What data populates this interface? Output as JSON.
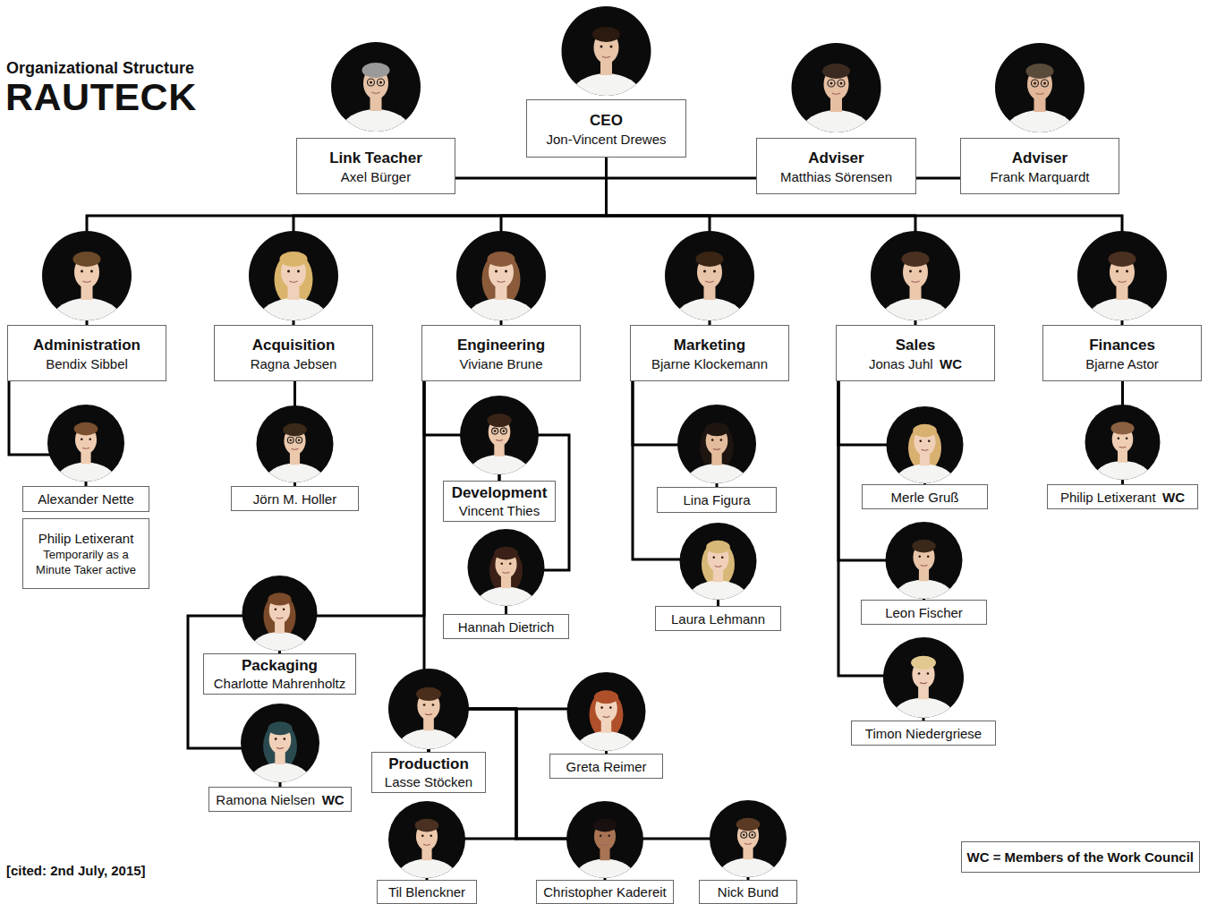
{
  "diagram": {
    "title": "Organizational Structure",
    "nodes": [
      {
        "text": [
          "Link Teacher",
          "Axel Bürger"
        ]
      },
      {
        "text": [
          "CEO",
          "Jon-Vincent Drewes"
        ]
      },
      {
        "text": [
          "Adviser",
          "Matthias Sörensen"
        ]
      },
      {
        "text": [
          "Adviser",
          "Frank Marquardt"
        ]
      },
      {
        "text": [
          "Administration",
          "Bendix Sibbel"
        ]
      },
      {
        "text": [
          "Acquisition",
          "Ragna Jebsen"
        ]
      },
      {
        "text": [
          "Engineering",
          "Viviane Brune"
        ]
      },
      {
        "text": [
          "Marketing",
          "Bjarne Klockemann"
        ]
      },
      {
        "text": [
          "Sales",
          "Jonas Juhl",
          "WC"
        ]
      },
      {
        "text": [
          "Finances",
          "Bjarne Astor"
        ]
      },
      {
        "text": [
          "Alexander Nette"
        ]
      },
      {
        "text": [
          "Philip Letixerant",
          "Temporarily as a Minute Taker active"
        ]
      },
      {
        "text": [
          "Jörn M. Holler"
        ]
      },
      {
        "text": [
          "Development",
          "Vincent Thies"
        ]
      },
      {
        "text": [
          "Lina Figura"
        ]
      },
      {
        "text": [
          "Merle Gruß"
        ]
      },
      {
        "text": [
          "Philip Letixerant",
          "WC"
        ]
      },
      {
        "text": [
          "Hannah Dietrich"
        ]
      },
      {
        "text": [
          "Laura Lehmann"
        ]
      },
      {
        "text": [
          "Leon Fischer"
        ]
      },
      {
        "text": [
          "Packaging",
          "Charlotte Mahrenholtz"
        ]
      },
      {
        "text": [
          "Timon Niedergriese"
        ]
      },
      {
        "text": [
          "Production",
          "Lasse Stöcken"
        ]
      },
      {
        "text": [
          "Greta Reimer"
        ]
      },
      {
        "text": [
          "Ramona Nielsen",
          "WC"
        ]
      },
      {
        "text": [
          "Til Blenckner"
        ]
      },
      {
        "text": [
          "Christopher Kadereit"
        ]
      },
      {
        "text": [
          "Nick Bund"
        ]
      }
    ],
    "edges": [
      {
        "from": 0,
        "to": 1,
        "arrow": "none"
      },
      {
        "from": 1,
        "to": 2,
        "arrow": "none"
      },
      {
        "from": 2,
        "to": 3,
        "arrow": "none"
      },
      {
        "from": 1,
        "to": 4,
        "arrow": "none"
      },
      {
        "from": 1,
        "to": 5,
        "arrow": "none"
      },
      {
        "from": 1,
        "to": 6,
        "arrow": "none"
      },
      {
        "from": 1,
        "to": 7,
        "arrow": "none"
      },
      {
        "from": 1,
        "to": 8,
        "arrow": "none"
      },
      {
        "from": 1,
        "to": 9,
        "arrow": "none"
      },
      {
        "from": 4,
        "to": 10,
        "arrow": "none"
      },
      {
        "from": 5,
        "to": 12,
        "arrow": "none"
      },
      {
        "from": 6,
        "to": 13,
        "arrow": "none"
      },
      {
        "from": 13,
        "to": 17,
        "arrow": "none"
      },
      {
        "from": 6,
        "to": 20,
        "arrow": "none"
      },
      {
        "from": 20,
        "to": 24,
        "arrow": "none"
      },
      {
        "from": 6,
        "to": 22,
        "arrow": "none"
      },
      {
        "from": 22,
        "to": 23,
        "arrow": "none"
      },
      {
        "from": 22,
        "to": 25,
        "arrow": "none"
      },
      {
        "from": 22,
        "to": 26,
        "arrow": "none"
      },
      {
        "from": 22,
        "to": 27,
        "arrow": "none"
      },
      {
        "from": 7,
        "to": 14,
        "arrow": "none"
      },
      {
        "from": 7,
        "to": 18,
        "arrow": "none"
      },
      {
        "from": 8,
        "to": 15,
        "arrow": "none"
      },
      {
        "from": 8,
        "to": 19,
        "arrow": "none"
      },
      {
        "from": 8,
        "to": 21,
        "arrow": "none"
      },
      {
        "from": 9,
        "to": 16,
        "arrow": "none"
      }
    ],
    "labels": [
      "RAUTECK",
      "[cited: 2nd July, 2015]",
      "WC = Members of the Work Council"
    ]
  }
}
